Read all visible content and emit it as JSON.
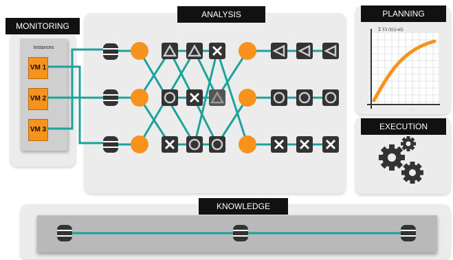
{
  "labels": {
    "monitoring": "MONITORING",
    "analysis": "ANALYSIS",
    "planning": "PLANNING",
    "execution": "EXECUTION",
    "knowledge": "KNOWLEDGE"
  },
  "monitoring": {
    "instances_title": "Instances",
    "vms": [
      "VM 1",
      "VM 2",
      "VM 3"
    ]
  },
  "planning": {
    "formula_text": "Σ Ui (t(i)-αl)"
  },
  "colors": {
    "teal": "#1aa39a",
    "orange": "#f7921d",
    "dark": "#333333",
    "panel": "#ececec",
    "bar": "#b9b9b9"
  },
  "icons": {
    "database": "database-icon",
    "circle": "circle-icon",
    "triangle": "triangle-icon",
    "cross": "cross-icon",
    "left-triangle": "left-triangle-icon",
    "gear": "gear-icon"
  }
}
